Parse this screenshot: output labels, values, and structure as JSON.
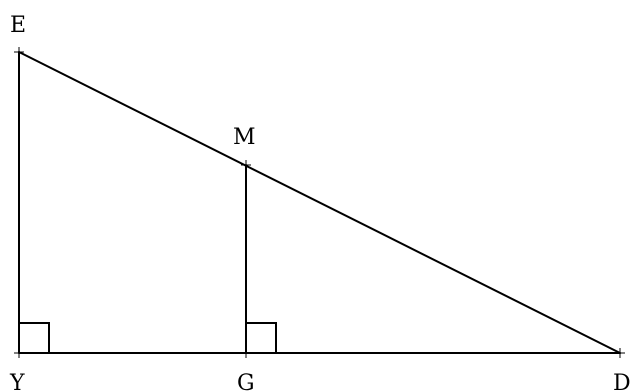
{
  "diagram": {
    "points": [
      {
        "id": "E",
        "label": "E"
      },
      {
        "id": "M",
        "label": "M"
      },
      {
        "id": "Y",
        "label": "Y"
      },
      {
        "id": "G",
        "label": "G"
      },
      {
        "id": "D",
        "label": "D"
      }
    ],
    "segments": [
      [
        "E",
        "Y"
      ],
      [
        "Y",
        "D"
      ],
      [
        "E",
        "D"
      ],
      [
        "M",
        "G"
      ]
    ],
    "right_angles": [
      "Y",
      "G"
    ],
    "colors": {
      "stroke": "#000000",
      "background": "#ffffff"
    }
  }
}
